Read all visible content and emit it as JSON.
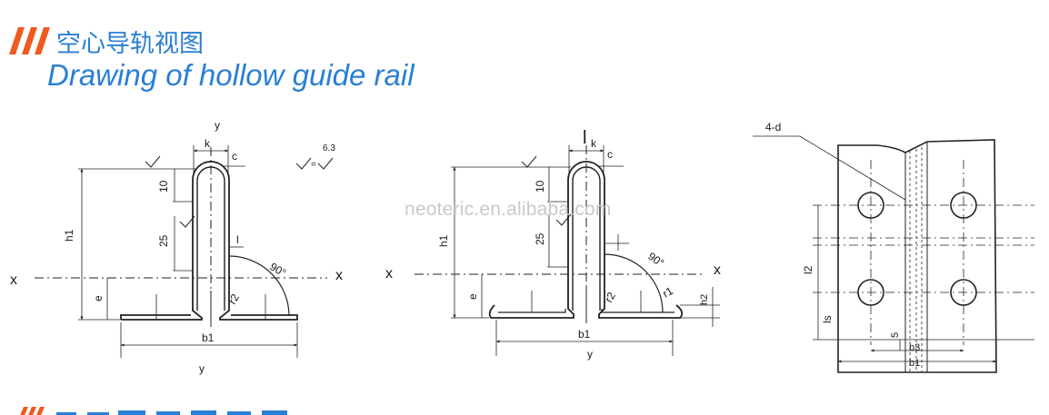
{
  "header": {
    "title_cn": "空心导轨视图",
    "title_en": "Drawing of hollow guide rail",
    "accent_color": "#f05a1e",
    "title_color": "#2a7fd4"
  },
  "watermark": "neoteric.en.alibaba.com",
  "fig1": {
    "y_top": "y",
    "k": "k",
    "c": "c",
    "d10": "10",
    "d25": "25",
    "h1": "h1",
    "x_left": "x",
    "x_right": "x",
    "e": "e",
    "l": "l",
    "angle": "90°",
    "r2": "r2",
    "b1": "b1",
    "y_bottom": "y",
    "rough": "6.3",
    "eq": "="
  },
  "fig2": {
    "lk": "l",
    "lk_sub": "k",
    "c": "c",
    "d10": "10",
    "d25": "25",
    "h1": "h1",
    "x_left": "x",
    "x_right": "x",
    "e": "e",
    "angle": "90°",
    "r2": "r2",
    "r1": "r1",
    "h2": "h2",
    "b1": "b1",
    "y_bottom": "y"
  },
  "fig3": {
    "d4": "4-d",
    "l2": "l2",
    "ls": "ls",
    "five": "5",
    "b3": "b3",
    "b1": "b1"
  }
}
